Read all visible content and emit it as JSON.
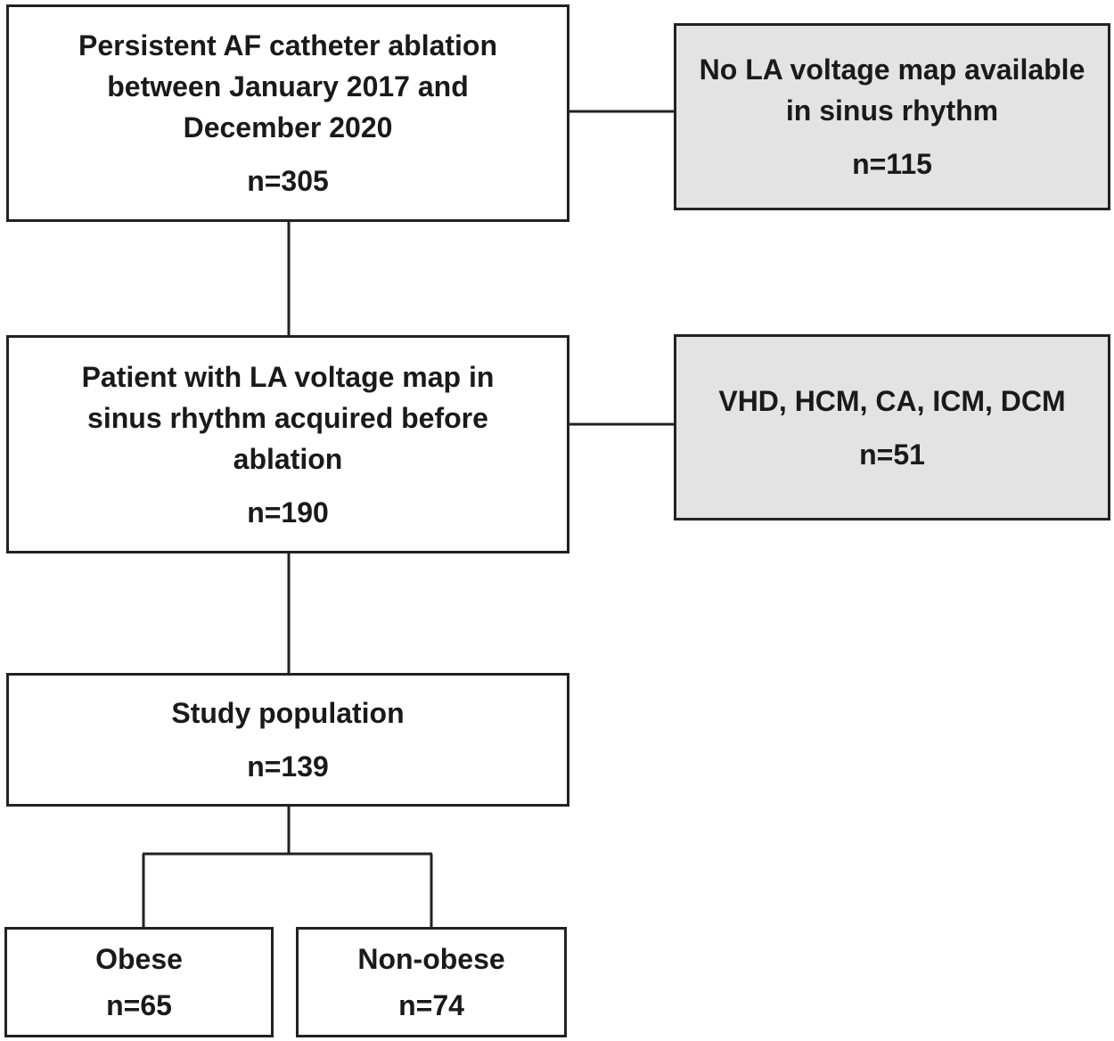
{
  "colors": {
    "border": "#222222",
    "excluded_fill": "#e3e3e3",
    "box_fill": "#ffffff",
    "text": "#1a1a1a"
  },
  "boxes": {
    "initial": {
      "label": "Persistent AF catheter ablation\nbetween January 2017 and\nDecember 2020",
      "count": "n=305"
    },
    "exclusion_no_map": {
      "label": "No LA voltage map available\nin sinus rhythm",
      "count": "n=115"
    },
    "with_map": {
      "label": "Patient with LA voltage map in\nsinus rhythm acquired before\nablation",
      "count": "n=190"
    },
    "exclusion_disease": {
      "label": "VHD, HCM, CA, ICM, DCM",
      "count": "n=51"
    },
    "study_population": {
      "label": "Study population",
      "count": "n=139"
    },
    "obese": {
      "label": "Obese",
      "count": "n=65"
    },
    "non_obese": {
      "label": "Non-obese",
      "count": "n=74"
    }
  }
}
